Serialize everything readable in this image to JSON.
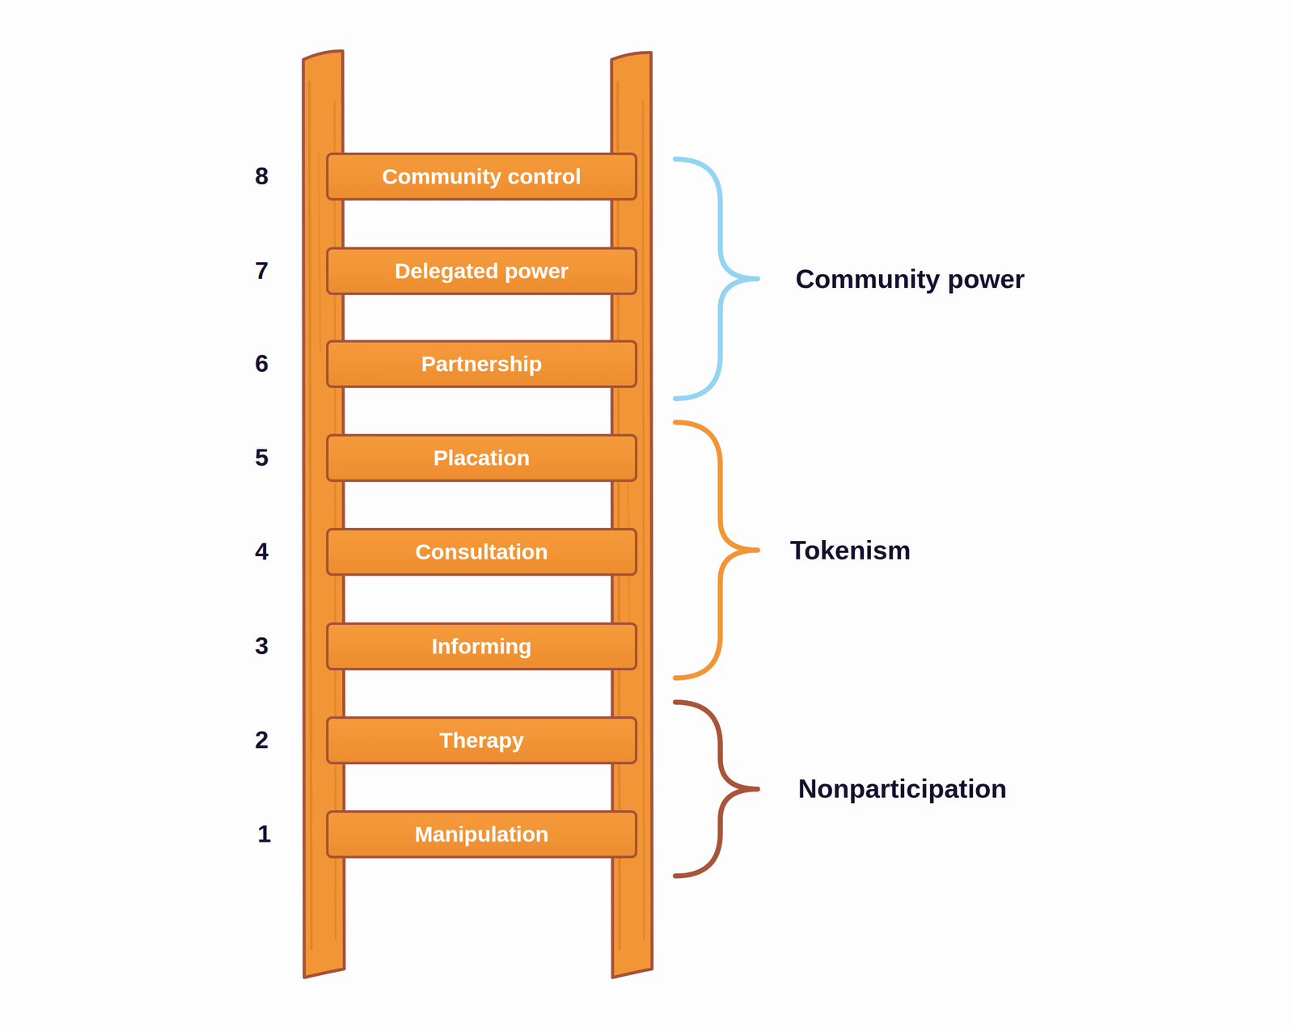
{
  "diagram": {
    "nodes": [
      {
        "text": [
          "Community control"
        ]
      },
      {
        "text": [
          "Delegated power"
        ]
      },
      {
        "text": [
          "Partnership"
        ]
      },
      {
        "text": [
          "Placation"
        ]
      },
      {
        "text": [
          "Consultation"
        ]
      },
      {
        "text": [
          "Informing"
        ]
      },
      {
        "text": [
          "Therapy"
        ]
      },
      {
        "text": [
          "Manipulation"
        ]
      }
    ],
    "labels": [
      "8",
      "7",
      "6",
      "5",
      "4",
      "3",
      "2",
      "1",
      "Community power",
      "Tokenism",
      "Nonparticipation"
    ]
  }
}
